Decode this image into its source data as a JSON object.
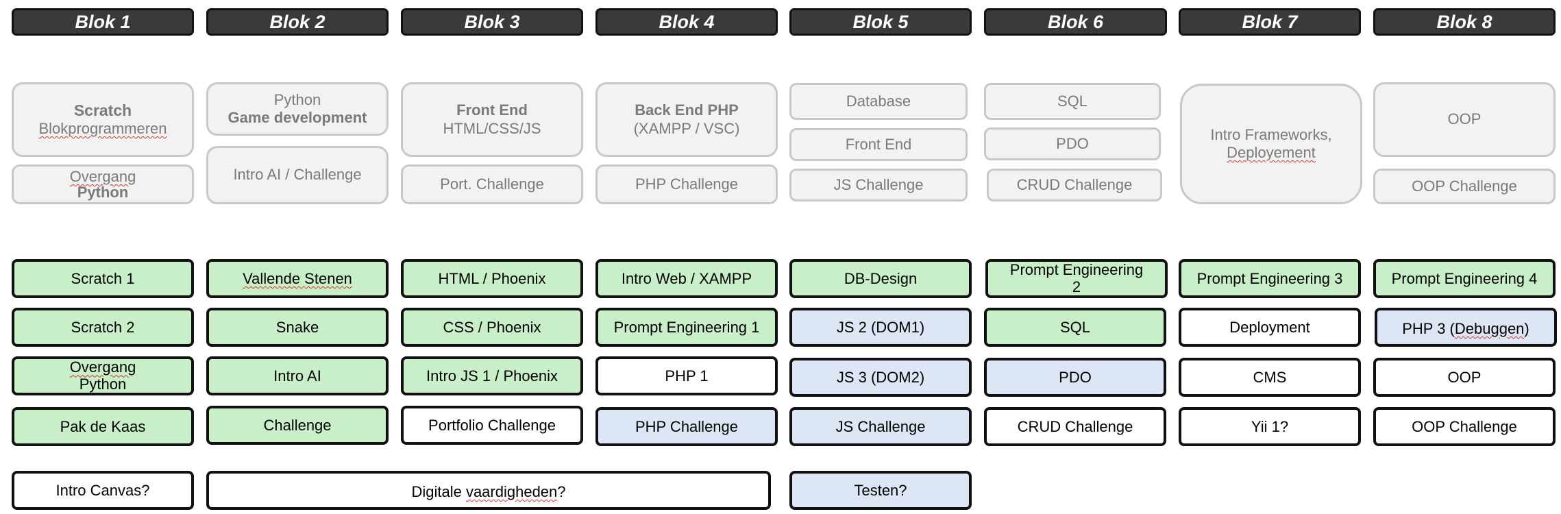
{
  "headers": [
    "Blok 1",
    "Blok 2",
    "Blok 3",
    "Blok 4",
    "Blok 5",
    "Blok 6",
    "Blok 7",
    "Blok 8"
  ],
  "overview": {
    "scratch_title": "Scratch",
    "scratch_sub": "Blokprogrammeren",
    "overgang": "Overgang",
    "overgang_python": "Python",
    "python": "Python",
    "game_development": "Game development",
    "intro_ai_challenge": "Intro AI / Challenge",
    "front_end": "Front End",
    "html_css_js": "HTML/CSS/JS",
    "port_challenge": "Port. Challenge",
    "back_end_php": "Back End PHP",
    "xampp_vsc": "(XAMPP / VSC)",
    "php_challenge": "PHP Challenge",
    "database": "Database",
    "front_end_2": "Front End",
    "js_challenge": "JS Challenge",
    "sql": "SQL",
    "pdo": "PDO",
    "crud_challenge": "CRUD Challenge",
    "intro_frameworks": "Intro Frameworks,",
    "deployement": "Deployement",
    "oop": "OOP",
    "oop_challenge": "OOP Challenge"
  },
  "lessons": {
    "b1": {
      "r1": "Scratch 1",
      "r2": "Scratch 2",
      "r3a": "Overgang",
      "r3b": "Python",
      "r4": "Pak de Kaas"
    },
    "b2": {
      "r1": "Vallende Stenen",
      "r2": "Snake",
      "r3": "Intro AI",
      "r4": "Challenge"
    },
    "b3": {
      "r1": "HTML / Phoenix",
      "r2": "CSS / Phoenix",
      "r3": "Intro JS 1 / Phoenix",
      "r4": "Portfolio Challenge"
    },
    "b4": {
      "r1": "Intro Web / XAMPP",
      "r2": "Prompt Engineering 1",
      "r3": "PHP 1",
      "r4": "PHP Challenge"
    },
    "b5": {
      "r1": "DB-Design",
      "r2": "JS 2 (DOM1)",
      "r3": "JS 3 (DOM2)",
      "r4": "JS Challenge"
    },
    "b6": {
      "r1a": "Prompt  Engineering",
      "r1b": "2",
      "r2": "SQL",
      "r3": "PDO",
      "r4": "CRUD Challenge"
    },
    "b7": {
      "r1": "Prompt Engineering 3",
      "r2": "Deployment",
      "r3": "CMS",
      "r4": "Yii 1?"
    },
    "b8": {
      "r1": "Prompt Engineering 4",
      "r2a": "PHP 3 (",
      "r2b": "Debuggen",
      "r2c": ")",
      "r3": "OOP",
      "r4": "OOP Challenge"
    }
  },
  "extra": {
    "intro_canvas": "Intro Canvas?",
    "digitale_a": "Digitale ",
    "digitale_b": "vaardigheden",
    "digitale_c": "?",
    "testen": "Testen?"
  },
  "colors": {
    "header": "#3a3a3a",
    "done": "#c9efc8",
    "planned": "#dce6f4",
    "open": "#ffffff",
    "overview": "#f2f2f2"
  }
}
